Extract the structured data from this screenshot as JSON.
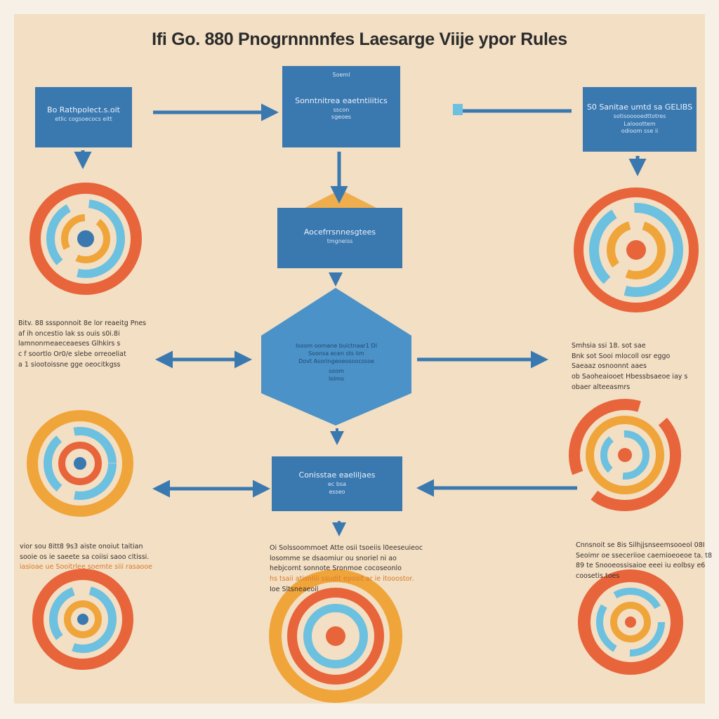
{
  "title": "Ifi Go. 880 Pnogrnnnnfes Laesarge Viije ypor Rules",
  "colors": {
    "background": "#f2dfc4",
    "box": "#3a78b0",
    "arrow": "#3a78b0",
    "accent_orange": "#e8643a",
    "accent_blue": "#6cc0e0",
    "accent_yellow": "#f0a53a"
  },
  "boxes": {
    "top_left": {
      "lines": [
        "Bo Rathpolect.s.oit",
        "etlic cogsoecocs eitt"
      ]
    },
    "top_center": {
      "lines": [
        "Soeml",
        "Sonntnitrea eaetntiiitics",
        "sscon",
        "sgeoes"
      ]
    },
    "top_right": {
      "lines": [
        "S0 Sanitae umtd sa GELIBS",
        "sotisooooedttotres",
        "Lalooottem",
        "odioom sse ii"
      ]
    },
    "middle": {
      "lines": [
        "Aocefrrsnnesgtees",
        "tmgneiss"
      ]
    },
    "decision": {
      "lines": [
        "Isoom oomane buictnaar1 DI",
        "Soonsa ecen sts lim",
        "Dovt Asoringeoeosoocssoe",
        "soom",
        "lolmo"
      ]
    },
    "bottom": {
      "lines": [
        "Conisstae eaeliljaes",
        "ec bsa",
        "esseo"
      ]
    }
  },
  "notes": {
    "left_mid": [
      "Bitv. 88 sssponnoit 8e lor reaeitg Pnes",
      "af ih oncestio lak ss ouis s0i.8i",
      "lamnonrneaeceaeses Glhkirs s",
      "c f soortlo Or0/e slebe orreoeliat",
      "a 1 siootoissne gge oeocitkgss"
    ],
    "right_mid": [
      "Smhsia ssi 18. sot sae",
      "Bnk sot Sooi mlocoll osr eggo",
      "Saeaaz osnoonnt aaes",
      "ob Saoheaiooet Hbessbsaeoe iay s",
      "obaer alteeasmrs"
    ],
    "bottom_left": [
      "vior sou 8itt8 9s3 aiste onoiut taitian",
      "sooie os ie saeete sa coiisi saoo cltissi.",
      "iasioae ue Sooitrlee soemte siii rasaooe"
    ],
    "bottom_center": [
      "Oi Solssoommoet Atte osii tsoeiis l0eeseuieoc",
      "losomme se dsaomiur ou snoriel ni ao",
      "hebjcornt sonnote Sronmoe cocoseonlo",
      "hs tsaii atisnliii ssudit eposit ar ie itooostor.",
      "Ioe Sltsneaeoil"
    ],
    "bottom_right": [
      "Cnnsnoit se 8is Silhjjsnseemsooeol 08I",
      "Seoimr oe sseceriioe caemioeoeoe ta. t8",
      "89 te Snooeossisaioe eeei iu eolbsy e6",
      "coosetis.toes"
    ]
  },
  "icons": [
    "spiral-target-icon",
    "arrow-icon"
  ]
}
